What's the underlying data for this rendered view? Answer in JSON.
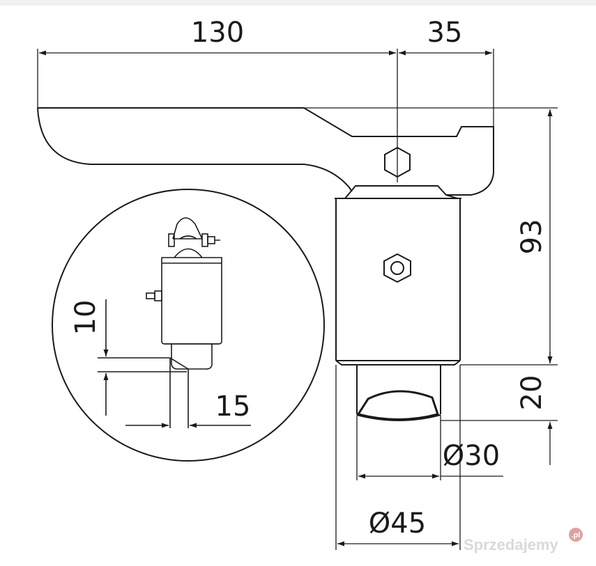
{
  "dimensions": {
    "width_top": "130",
    "offset_top": "35",
    "height_right": "93",
    "pin_length": "20",
    "pin_diameter": "Ø30",
    "body_diameter": "Ø45",
    "detail_height": "10",
    "detail_width": "15"
  },
  "watermark": {
    "text": "Sprzedajemy",
    "badge": ".pl"
  }
}
